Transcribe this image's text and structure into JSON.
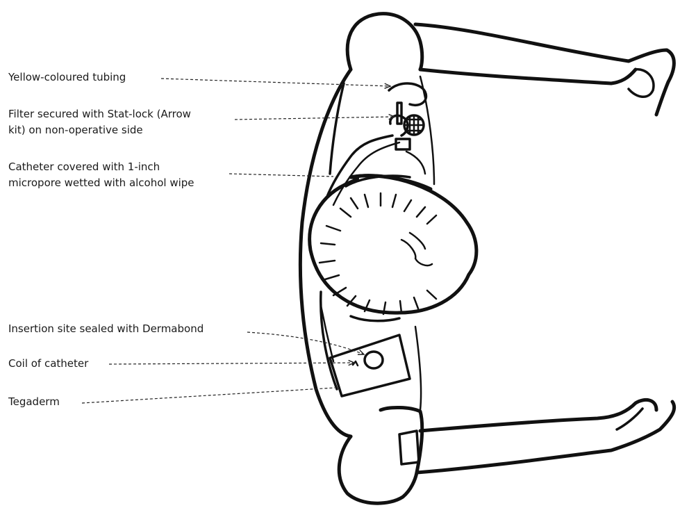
{
  "labels": {
    "yellow_tubing": "Yellow-coloured tubing",
    "filter_line1": "Filter secured with Stat-lock (Arrow",
    "filter_line2": "kit) on non-operative side",
    "catheter_line1": "Catheter covered with 1-inch",
    "catheter_line2": "micropore wetted with alcohol wipe",
    "insertion_site": "Insertion site sealed with Dermabond",
    "coil": "Coil of catheter",
    "tegaderm": "Tegaderm"
  },
  "colors": {
    "ink": "#111111",
    "text": "#1a1a1a",
    "background": "#ffffff"
  }
}
